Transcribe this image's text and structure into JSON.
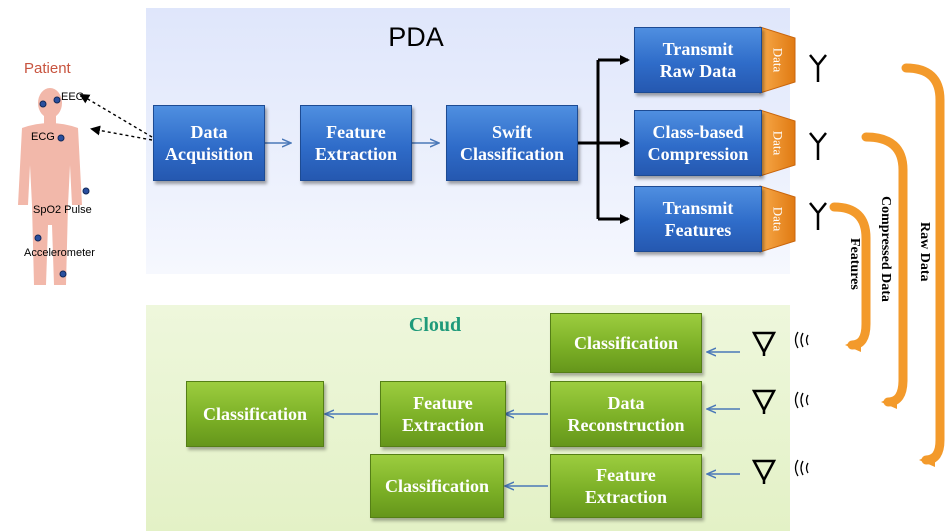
{
  "pda": {
    "title": "PDA"
  },
  "cloud": {
    "title": "Cloud"
  },
  "patient": {
    "label": "Patient",
    "sensors": [
      "EEG",
      "ECG",
      "SpO2 Pulse",
      "Accelerometer"
    ]
  },
  "pda_blocks": {
    "acquisition": "Data\nAcquisition",
    "extraction": "Feature\nExtraction",
    "classification": "Swift\nClassification",
    "transmit_raw": "Transmit\nRaw Data",
    "compression": "Class-based\nCompression",
    "transmit_features": "Transmit\nFeatures"
  },
  "data_tags": [
    "Data",
    "Data",
    "Data"
  ],
  "cloud_blocks": {
    "classification_top": "Classification",
    "reconstruction": "Data\nReconstruction",
    "extraction_mid": "Feature\nExtraction",
    "classification_left": "Classification",
    "extraction_bottom": "Feature\nExtraction",
    "classification_bottom": "Classification"
  },
  "flows": {
    "raw": "Raw Data",
    "compressed": "Compressed Data",
    "features": "Features"
  },
  "colors": {
    "pda_block": "#2f6cc9",
    "cloud_block": "#7aae25",
    "data_tag": "#ef8a1d",
    "flow_arrow": "#f39a2b",
    "cloud_title": "#1e9a7a",
    "patient": "#f0b5a8"
  }
}
